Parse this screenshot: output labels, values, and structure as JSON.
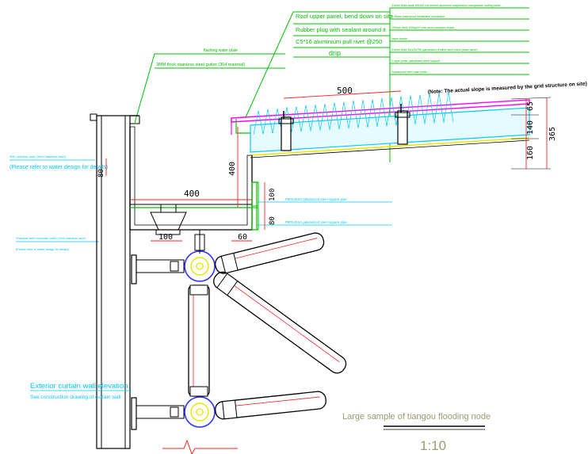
{
  "roof_annotations": {
    "panel_note": "Roof upper panel, bend down on site",
    "plug_note": "Rubber plug with sealant around it",
    "rivet_note": "C5*16 aluminium pull rivet @250",
    "drip_label": "drip"
  },
  "layer_notes": [
    "0.6mm thick blade 65/400 roll-formed aluminum-magnesium-manganese roofing panel",
    "0.45mm waterproof breathable membrane",
    "100mm thick 100kg/m³ rock wool insulation board",
    "vapor barrier",
    "0.6mm thick 35/125/750 galvanized profiled steel sheet (base panel)",
    "C-type purlin, galvanized steel support",
    "Galvanized steel main purlin"
  ],
  "slope_note": "(Note: The actual slope is measured by the grid structure on site)",
  "gutter_notes": {
    "flashing": "flashing water plate",
    "gutter": "3MM thick stainless steel gutter (304 material)",
    "overflow_1": "Φ80 overflow hole (2mm stainless steel)",
    "overflow_2": "(Please refer to water design for details)",
    "outlet_1": "Stainless steel rainwater outlet (2mm stainless steel)",
    "outlet_2": "(Please refer to water design for details)",
    "tube_upper": "P80X40X4 galvanized steel square pipe",
    "tube_lower": "P80X40X4 galvanized steel square pipe"
  },
  "dimensions": {
    "d500": "500",
    "d65": "65",
    "d140": "140",
    "d160": "160",
    "d365": "365",
    "d400v": "400",
    "d400h": "400",
    "d80top": "80",
    "d100v": "100",
    "d80v": "80",
    "d100h": "100",
    "d60": "60"
  },
  "elevation_notes": {
    "title": "Exterior curtain wall elevation",
    "sub": "See construction drawing of curtain wall"
  },
  "title_block": {
    "title": "Large sample of tiangou flooding node",
    "scale": "1:10"
  },
  "colors": {
    "line": "#000000",
    "note": "#00c000",
    "cyan": "#00c8ff",
    "dim": "#ff2020",
    "magenta": "#ff00ff",
    "yellow": "#e6e600",
    "blue": "#3030ff",
    "title": "#9a9a70"
  }
}
